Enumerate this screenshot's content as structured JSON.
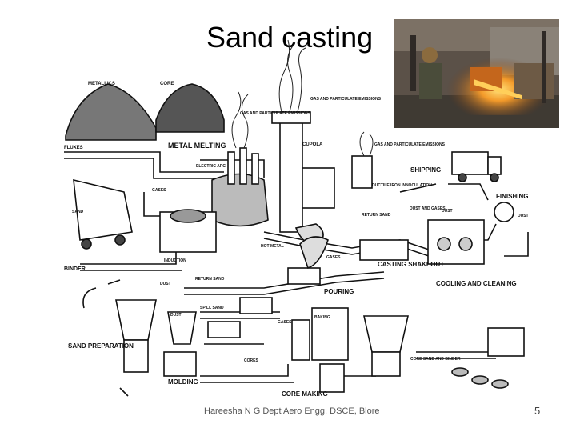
{
  "slide": {
    "title": "Sand casting",
    "footer": "Hareesha N G Dept  Aero Engg, DSCE, Blore",
    "page_number": "5"
  },
  "diagram": {
    "labels": {
      "metallics": "METALLICS",
      "core_pile": "CORE",
      "gas_particulate_1": "GAS AND PARTICULATE EMISSIONS",
      "gas_particulate_2": "GAS AND PARTICULATE EMISSIONS",
      "gas_particulate_3": "GAS AND PARTICULATE EMISSIONS",
      "fluxes": "FLUXES",
      "metal_melting": "METAL MELTING",
      "cupola": "CUPOLA",
      "shipping": "SHIPPING",
      "electric_arc": "ELECTRIC ARC",
      "gases_1": "GASES",
      "ductile_iron": "DUCTILE IRON INNOCULATION",
      "finishing": "FINISHING",
      "sand": "SAND",
      "return_sand": "RETURN SAND",
      "dust_and_gases": "DUST AND GASES",
      "dust_1": "DUST",
      "dust_2": "DUST",
      "hot_metal": "HOT METAL",
      "induction": "INDUCTION",
      "gases_2": "GASES",
      "casting_shakeout": "CASTING SHAKEOUT",
      "binder": "BINDER",
      "return_sand_2": "RETURN SAND",
      "dust_3": "DUST",
      "pouring": "POURING",
      "cooling_cleaning": "COOLING AND CLEANING",
      "spill_sand": "SPILL SAND",
      "dust_4": "DUST",
      "gases_3": "GASES",
      "baking": "BAKING",
      "sand_preparation": "SAND PREPARATION",
      "cores": "CORES",
      "core_sand_binder": "CORE SAND AND BINDER",
      "molding": "MOLDING",
      "core_making": "CORE MAKING"
    }
  }
}
